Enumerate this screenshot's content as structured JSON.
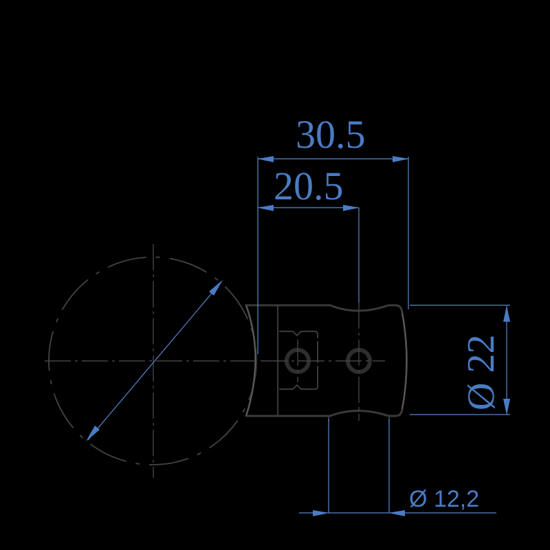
{
  "drawing": {
    "background": "#000000",
    "dimension_color": "#4a7cc4",
    "part_line_color": "#3a3a3a",
    "dimensions": {
      "overall_length": {
        "label": "30.5"
      },
      "hole_spacing": {
        "label": "20.5"
      },
      "body_diameter": {
        "label": "Ø 22"
      },
      "tube_diameter": {
        "label": "Ø 12,2"
      },
      "ball_diameter": {
        "label": ""
      }
    },
    "views": [
      {
        "name": "ball-section-view",
        "type": "circle"
      },
      {
        "name": "connector-body-side-view",
        "type": "body"
      }
    ]
  }
}
